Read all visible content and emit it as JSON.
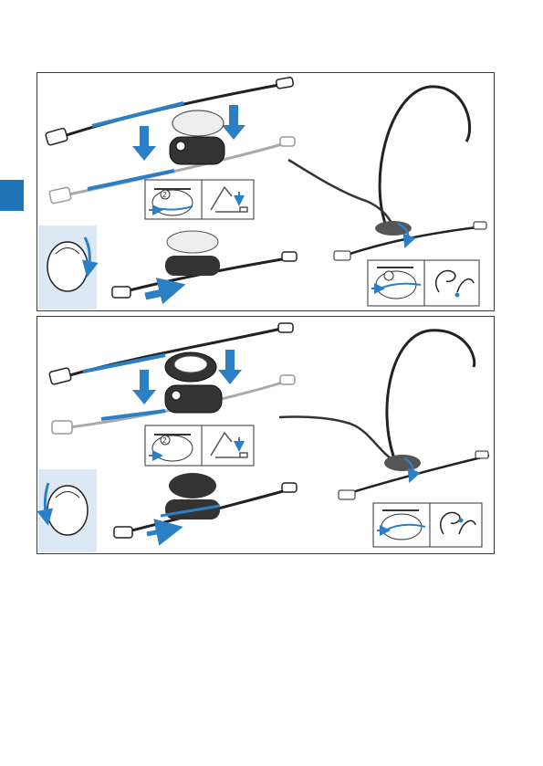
{
  "page": {
    "side_tab_color": "#1f73b7",
    "accent_color": "#2b7fc4",
    "figures": [
      {
        "id": "figure-top",
        "step_label": "2",
        "head_rotation": "right",
        "ear_side": "right"
      },
      {
        "id": "figure-bottom",
        "step_label": "2",
        "head_rotation": "left",
        "ear_side": "left"
      }
    ]
  }
}
